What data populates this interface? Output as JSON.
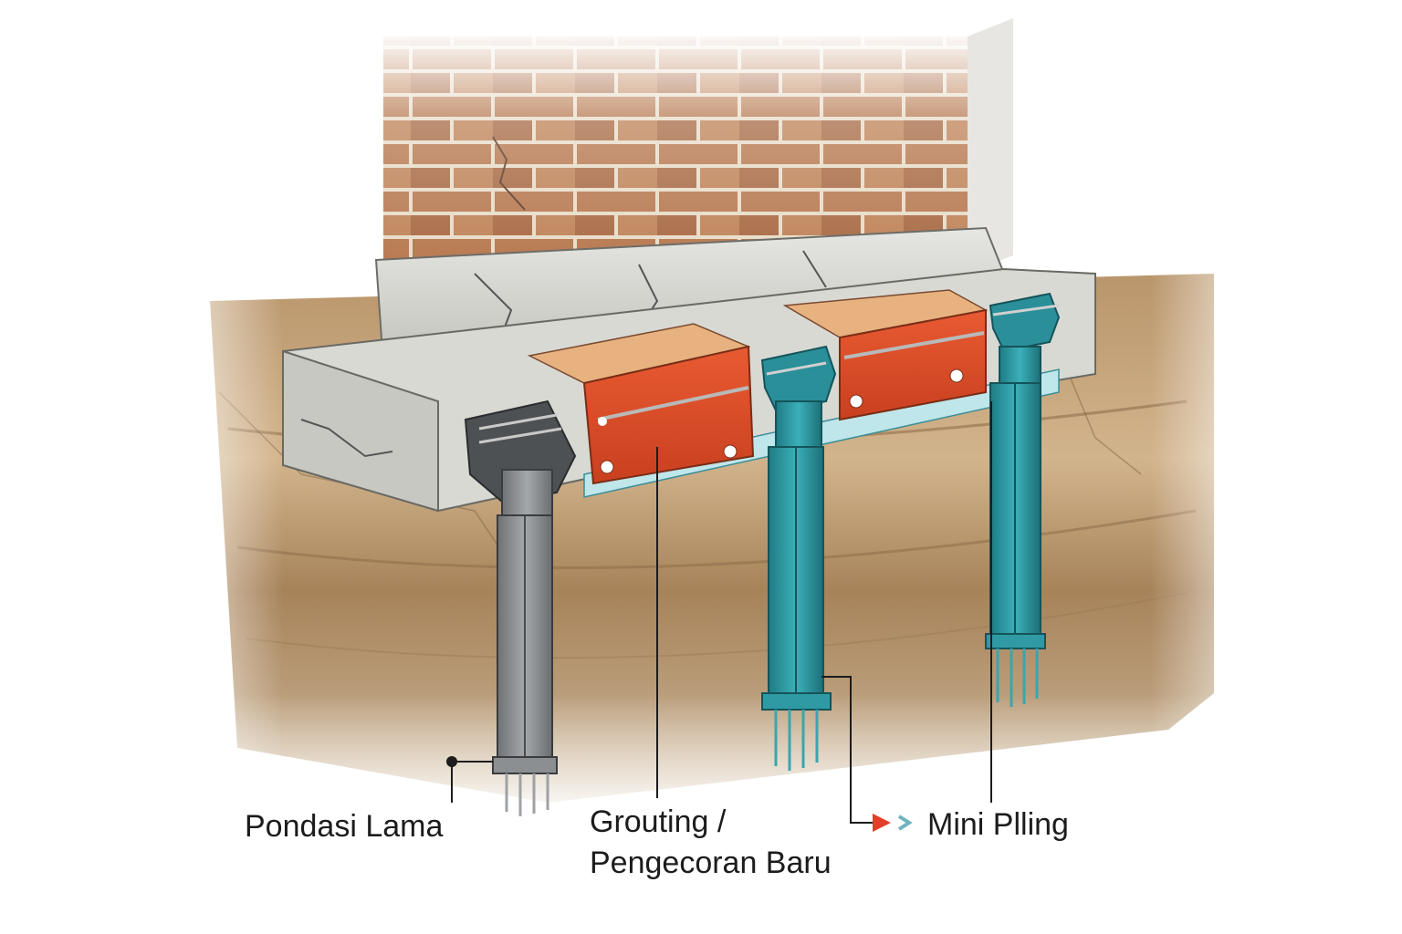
{
  "labels": {
    "old_foundation": "Pondasi Lama",
    "grouting_line1": "Grouting /",
    "grouting_line2": "Pengecoran Baru",
    "mini_piling": "Mini Plling"
  },
  "colors": {
    "brick": "#b7784f",
    "brick_mortar": "#e8dcc8",
    "concrete": "#d4d4cf",
    "grout": "#e0502c",
    "grout_top": "#e7b27f",
    "pile_new": "#2f9aa3",
    "pile_new_dark": "#1c6f78",
    "pile_old": "#8c8f92",
    "soil": "#c4a27a",
    "soil_dark": "#8a6a47",
    "leader": "#1c1c1c",
    "arrow": "#e0402a"
  }
}
